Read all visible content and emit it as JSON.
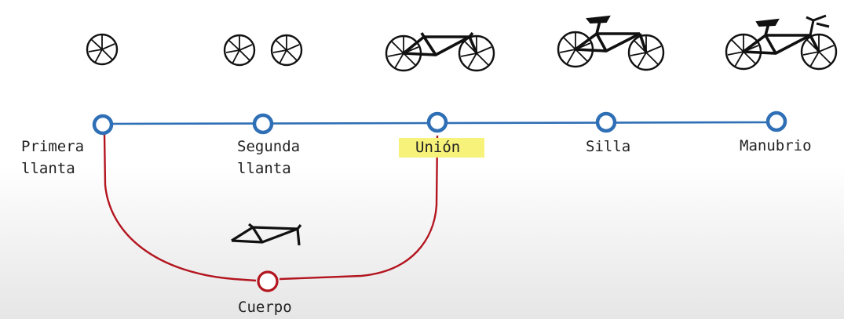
{
  "diagram": {
    "colors": {
      "main_line": "#2f6fb5",
      "branch_line": "#b3151f",
      "highlight": "#f7f27a",
      "ink": "#111111"
    },
    "main_nodes": [
      {
        "id": "primera",
        "lines": [
          "Primera",
          "llanta"
        ],
        "icon": "single-wheel-icon"
      },
      {
        "id": "segunda",
        "lines": [
          "Segunda",
          "llanta"
        ],
        "icon": "two-wheels-icon"
      },
      {
        "id": "union",
        "lines": [
          "Unión"
        ],
        "highlighted": true,
        "icon": "bike-frame-wheels-icon"
      },
      {
        "id": "silla",
        "lines": [
          "Silla"
        ],
        "icon": "bike-with-seat-icon"
      },
      {
        "id": "manubrio",
        "lines": [
          "Manubrio"
        ],
        "icon": "full-bike-icon"
      }
    ],
    "branch_node": {
      "id": "cuerpo",
      "lines": [
        "Cuerpo"
      ],
      "icon": "bike-frame-icon"
    }
  }
}
